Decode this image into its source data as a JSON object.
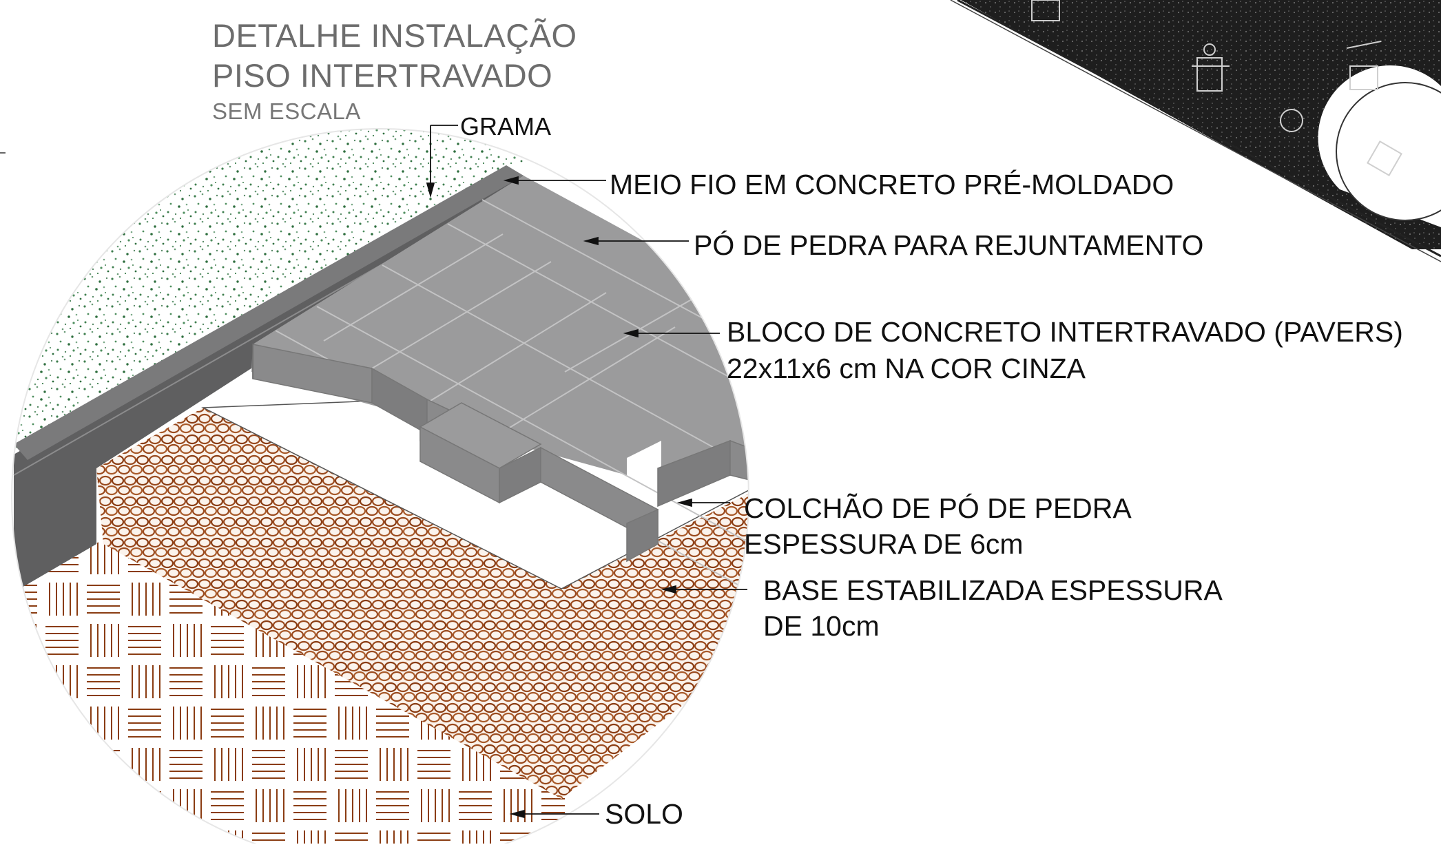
{
  "title": {
    "line1": "DETALHE INSTALAÇÃO",
    "line2": "PISO INTERTRAVADO",
    "scale": "SEM ESCALA"
  },
  "labels": {
    "grama": "GRAMA",
    "meio_fio": "MEIO FIO EM CONCRETO PRÉ-MOLDADO",
    "po_pedra": "PÓ DE PEDRA PARA REJUNTAMENTO",
    "bloco_1": "BLOCO DE CONCRETO INTERTRAVADO (PAVERS)",
    "bloco_2": "22x11x6 cm NA COR CINZA",
    "colchao_1": "COLCHÃO DE PÓ DE PEDRA",
    "colchao_2": "ESPESSURA DE 6cm",
    "base_1": "BASE ESTABILIZADA ESPESSURA",
    "base_2": "DE 10cm",
    "solo": "SOLO"
  },
  "colors": {
    "curb": "#5f5f60",
    "paver": "#9b9b9c",
    "grass_dots": "#3f7f4f",
    "gravel": "#9a4a1e",
    "soil": "#8a3c12",
    "site_plan": "#222222"
  }
}
